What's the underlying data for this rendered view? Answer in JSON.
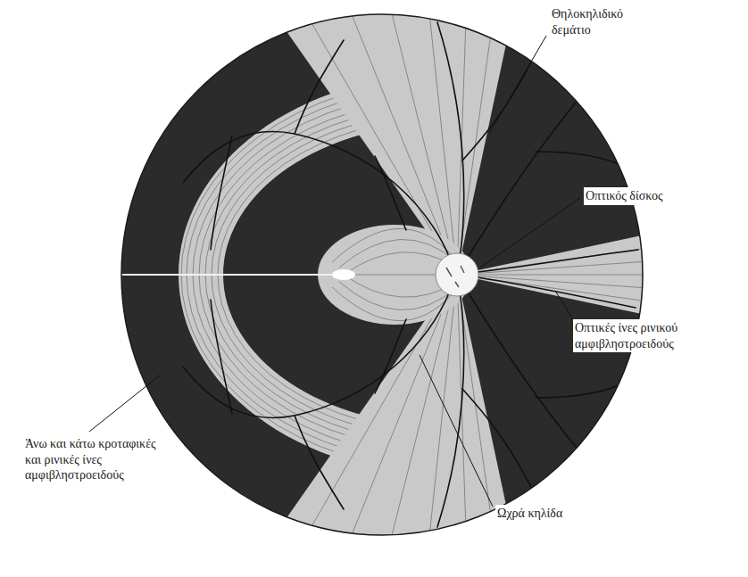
{
  "diagram": {
    "labels": [
      "Θηλοκηλιδικό δεμάτιο",
      "Οπτικός δίσκος",
      "Οπτικές ίνες ρινικού αμφιβληστροειδούς",
      "Ωχρά κηλίδα",
      "Άνω και κάτω κροταφικές και ρινικές ίνες αμφιβληστροειδούς"
    ]
  }
}
